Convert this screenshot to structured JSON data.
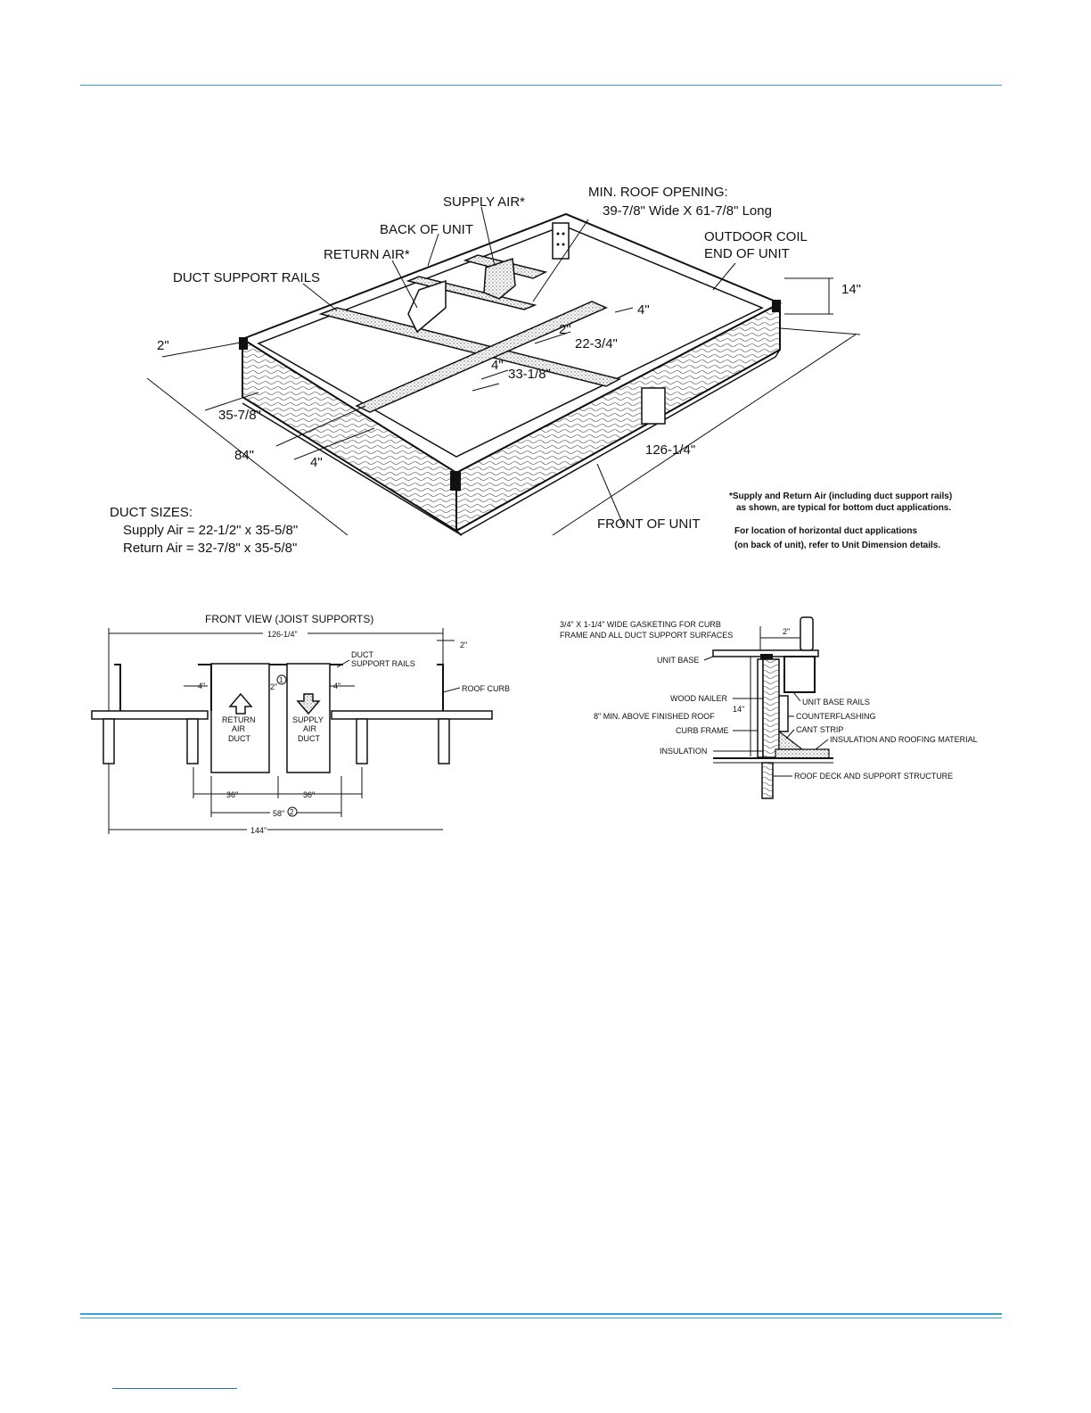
{
  "iso": {
    "supply_air": "SUPPLY AIR*",
    "min_opening_title": "MIN. ROOF OPENING:",
    "min_opening_value": "39-7/8\" Wide X 61-7/8\" Long",
    "back_of_unit": "BACK OF UNIT",
    "outdoor_coil_1": "OUTDOOR COIL",
    "outdoor_coil_2": "END OF UNIT",
    "return_air": "RETURN AIR*",
    "duct_support_rails": "DUCT SUPPORT RAILS",
    "dim_14": "14\"",
    "dim_4_a": "4\"",
    "dim_2_a": "2\"",
    "dim_22_3_4": "22-3/4\"",
    "dim_2_b": "2\"",
    "dim_4_b": "4\"",
    "dim_33_1_8": "33-1/8\"",
    "dim_35_7_8": "35-7/8\"",
    "dim_84": "84\"",
    "dim_4_c": "4\"",
    "dim_126_1_4": "126-1/4\"",
    "front_of_unit": "FRONT OF UNIT",
    "duct_sizes_title": "DUCT SIZES:",
    "supply_size": "Supply Air  =  22-1/2\" x 35-5/8\"",
    "return_size": "Return Air  =  32-7/8\" x 35-5/8\"",
    "note_1": "*Supply and Return Air (including duct support rails)",
    "note_2": "as shown, are typical for bottom duct applications.",
    "note_3": "For location of horizontal duct applications",
    "note_4": "(on back of unit), refer to Unit Dimension details."
  },
  "front_view": {
    "title": "FRONT VIEW (JOIST SUPPORTS)",
    "dim_126_1_4": "126-1/4\"",
    "dim_2": "2\"",
    "duct_support_1": "DUCT",
    "duct_support_2": "SUPPORT RAILS",
    "roof_curb": "ROOF CURB",
    "dim_4_left": "4\"",
    "dim_2_mid": "2\"",
    "dim_4_right": "4\"",
    "circle_1": "1",
    "return_1": "RETURN",
    "return_2": "AIR",
    "return_3": "DUCT",
    "supply_1": "SUPPLY",
    "supply_2": "AIR",
    "supply_3": "DUCT",
    "dim_36_left": "36\"",
    "dim_36_right": "36\"",
    "dim_58": "58\"",
    "circle_2": "2",
    "dim_144": "144\""
  },
  "section": {
    "gasket_1": "3/4\" X 1-1/4\" WIDE GASKETING FOR CURB",
    "gasket_2": "FRAME AND ALL DUCT SUPPORT SURFACES",
    "dim_2": "2\"",
    "unit_base": "UNIT BASE",
    "wood_nailer": "WOOD NAILER",
    "dim_14": "14\"",
    "min_above": "8\" MIN. ABOVE FINISHED ROOF",
    "curb_frame": "CURB FRAME",
    "insulation": "INSULATION",
    "unit_base_rails": "UNIT BASE RAILS",
    "counterflashing": "COUNTERFLASHING",
    "cant_strip": "CANT STRIP",
    "insulation_roofing": "INSULATION AND ROOFING MATERIAL",
    "roof_deck": "ROOF DECK AND SUPPORT STRUCTURE"
  }
}
